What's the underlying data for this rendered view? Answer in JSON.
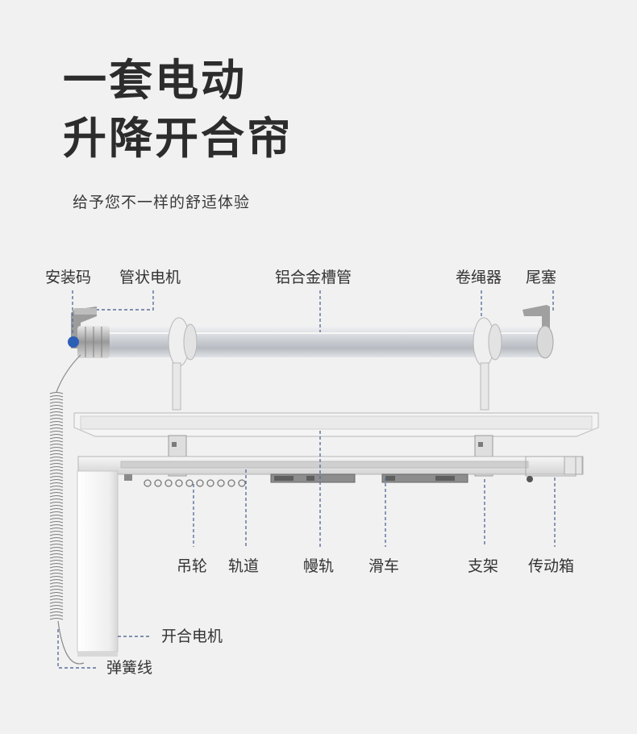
{
  "header": {
    "title_line1": "一套电动",
    "title_line2": "升降开合帘",
    "subtitle": "给予您不一样的舒适体验"
  },
  "labels": {
    "install_code": "安装码",
    "tubular_motor": "管状电机",
    "aluminum_tube": "铝合金槽管",
    "rope_winder": "卷绳器",
    "end_plug": "尾塞",
    "hanging_wheel": "吊轮",
    "track": "轨道",
    "overlap_rail": "幔轨",
    "pulley": "滑车",
    "bracket": "支架",
    "gear_box": "传动箱",
    "opening_motor": "开合电机",
    "spring_wire": "弹簧线"
  },
  "colors": {
    "background": "#f1f1f1",
    "title": "#2c2c2c",
    "leader_line": "#5b6f9a",
    "tube": "#c9cbcf",
    "track": "#dcdcdc"
  }
}
